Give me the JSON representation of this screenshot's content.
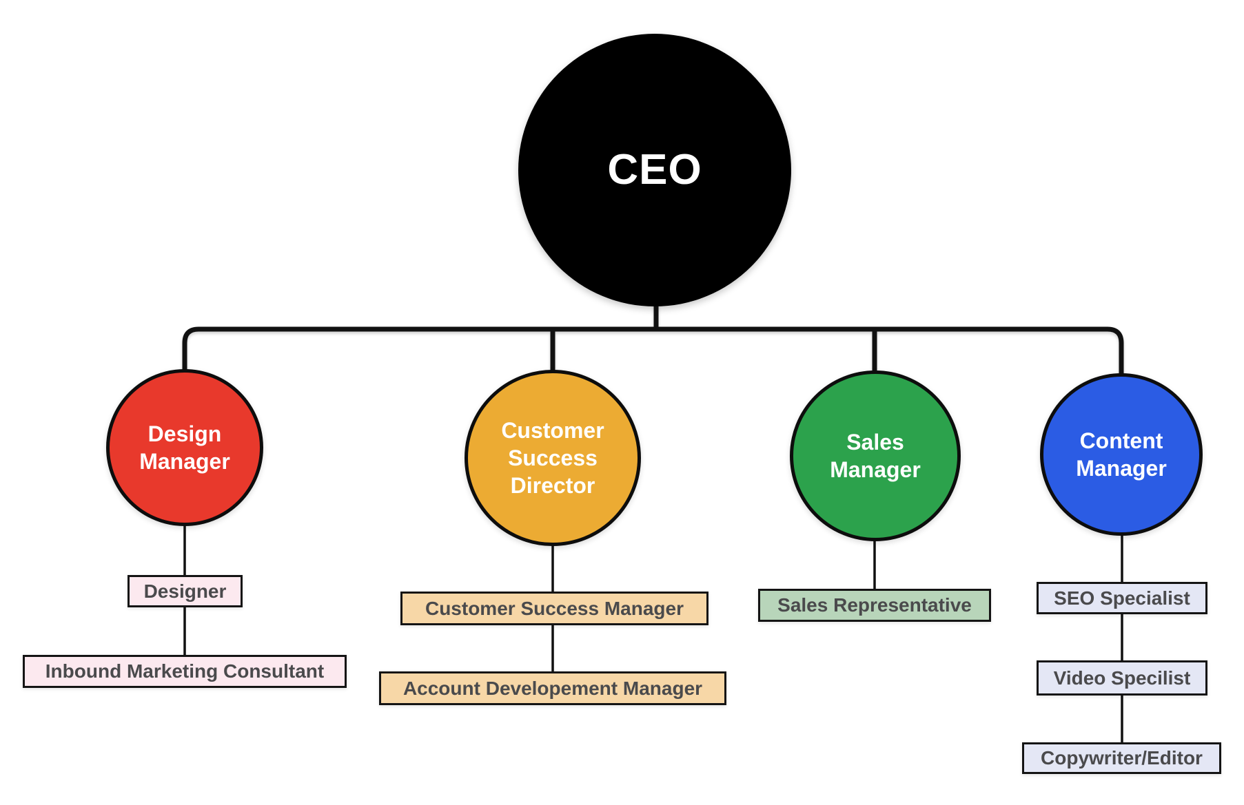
{
  "org": {
    "root": {
      "label": "CEO",
      "fill": "#000000",
      "text_color": "#FFFFFF"
    },
    "branches": [
      {
        "manager": {
          "name": "Design Manager",
          "lines": [
            "Design",
            "Manager"
          ],
          "fill": "#E8392C"
        },
        "reports": [
          {
            "label": "Designer",
            "fill": "#FCE9EF"
          },
          {
            "label": "Inbound Marketing Consultant",
            "fill": "#FCE9EF"
          }
        ]
      },
      {
        "manager": {
          "name": "Customer Success Director",
          "lines": [
            "Customer",
            "Success",
            "Director"
          ],
          "fill": "#ECAB33"
        },
        "reports": [
          {
            "label": "Customer Success Manager",
            "fill": "#F7D7A7"
          },
          {
            "label": "Account Developement Manager",
            "fill": "#F7D7A7"
          }
        ]
      },
      {
        "manager": {
          "name": "Sales Manager",
          "lines": [
            "Sales",
            "Manager"
          ],
          "fill": "#2CA24C"
        },
        "reports": [
          {
            "label": "Sales Representative",
            "fill": "#B8D5BA"
          }
        ]
      },
      {
        "manager": {
          "name": "Content Manager",
          "lines": [
            "Content",
            "Manager"
          ],
          "fill": "#2B5CE4"
        },
        "reports": [
          {
            "label": "SEO Specialist",
            "fill": "#E4E7F5"
          },
          {
            "label": "Video Specilist",
            "fill": "#E4E7F5"
          },
          {
            "label": "Copywriter/Editor",
            "fill": "#E4E7F5"
          }
        ]
      }
    ],
    "styles": {
      "line_color": "#111111",
      "circle_border_color": "#0D0D0D",
      "box_border_color": "#141414",
      "box_text_color": "#4A4A4C",
      "manager_text_color": "#FFFFFF",
      "background": "#FFFFFF"
    }
  }
}
